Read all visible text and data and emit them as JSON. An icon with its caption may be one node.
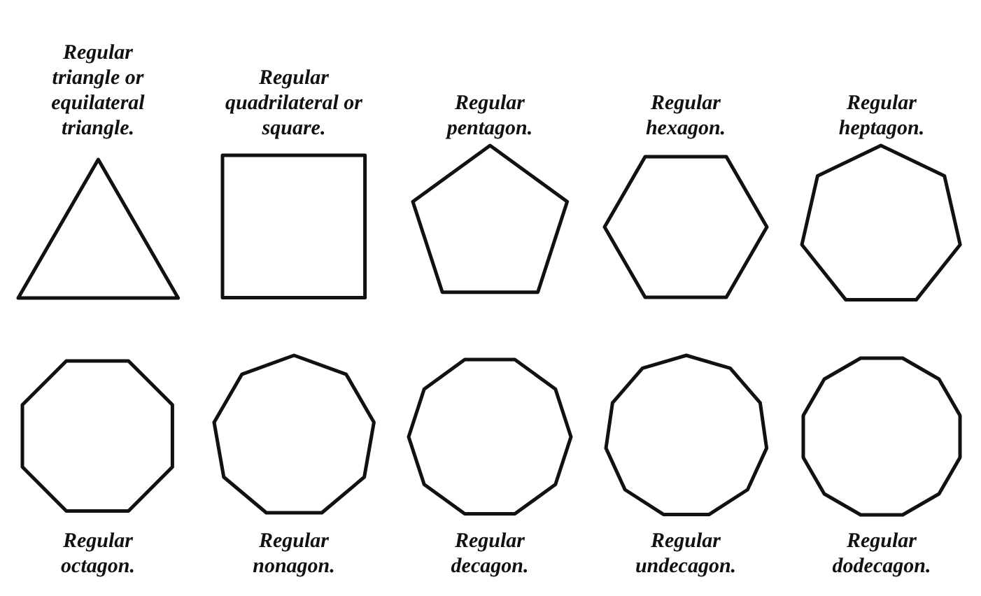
{
  "diagram": {
    "nodes": [
      {
        "text": [
          "Regular triangle or equilateral triangle."
        ]
      },
      {
        "text": [
          "Regular quadrilateral or square."
        ]
      },
      {
        "text": [
          "Regular pentagon."
        ]
      },
      {
        "text": [
          "Regular hexagon."
        ]
      },
      {
        "text": [
          "Regular heptagon."
        ]
      },
      {
        "text": [
          "Regular octagon."
        ]
      },
      {
        "text": [
          "Regular nonagon."
        ]
      },
      {
        "text": [
          "Regular decagon."
        ]
      },
      {
        "text": [
          "Regular undecagon."
        ]
      },
      {
        "text": [
          "Regular dodecagon."
        ]
      }
    ]
  }
}
